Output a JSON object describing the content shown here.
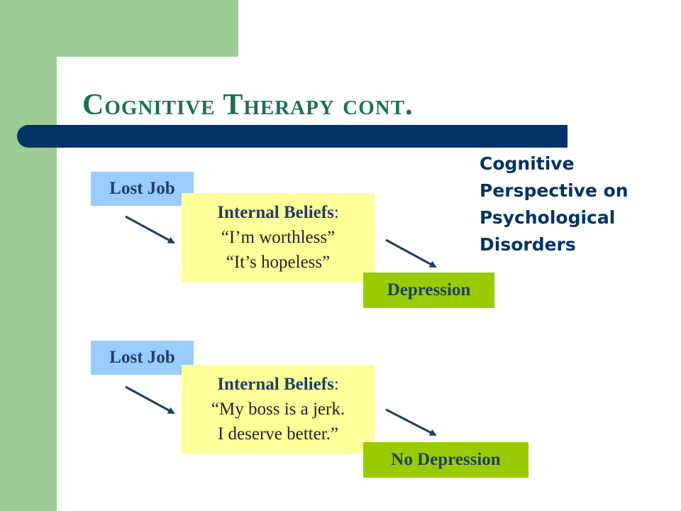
{
  "slide": {
    "title": "Cognitive Therapy cont.",
    "side_label_lines": [
      "Cognitive",
      "Perspective on",
      "Psychological",
      "Disorders"
    ]
  },
  "flows": [
    {
      "event": "Lost Job",
      "beliefs_heading": "Internal Beliefs",
      "beliefs_lines": [
        "“I’m worthless”",
        "“It’s hopeless”"
      ],
      "outcome": "Depression"
    },
    {
      "event": "Lost Job",
      "beliefs_heading": "Internal Beliefs",
      "beliefs_lines": [
        "“My boss is a jerk.",
        "I deserve better.”"
      ],
      "outcome": "No Depression"
    }
  ],
  "colors": {
    "title": "#1a6f57",
    "title_bar": "#003366",
    "accent_green": "#9dcb96",
    "event_box": "#99ccff",
    "beliefs_box": "#ffff99",
    "outcome_box": "#99cc00",
    "arrow": "#1f3f66"
  }
}
